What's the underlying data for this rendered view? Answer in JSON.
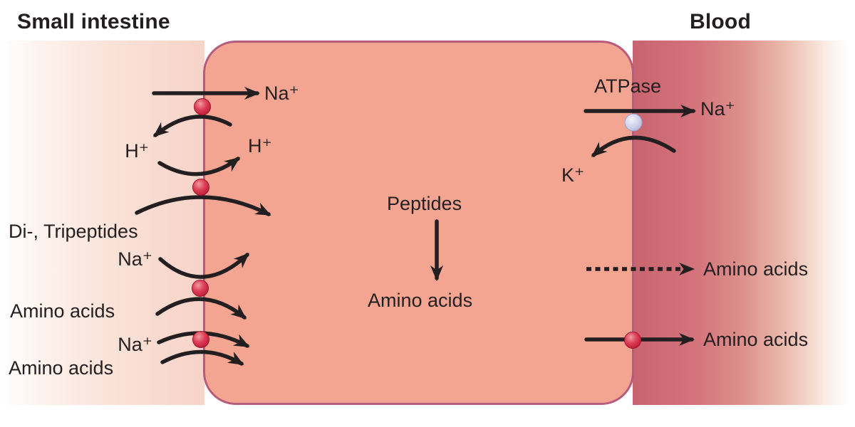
{
  "diagram_title_left": "Small intestine",
  "diagram_title_right": "Blood",
  "lumen_side": {
    "na_label": "Na⁺",
    "h_out_label": "H⁺",
    "h_in_label": "H⁺",
    "di_tripeptides_label": "Di-, Tripeptides",
    "na_symport_label": "Na⁺",
    "amino_acids_label": "Amino acids",
    "na_aa_symport_na_label": "Na⁺",
    "na_aa_symport_aa_label": "Amino acids"
  },
  "cell_interior": {
    "peptides_label": "Peptides",
    "amino_acids_label": "Amino acids"
  },
  "blood_side": {
    "atpase_label": "ATPase",
    "na_label": "Na⁺",
    "k_label": "K⁺",
    "amino_acids_diffusion_label": "Amino acids",
    "amino_acids_carrier_label": "Amino acids"
  },
  "colors": {
    "cell_fill": "#F4A592",
    "cell_border": "#B65C7D",
    "lumen_gradient_start": "#FFFFFF",
    "lumen_gradient_end": "#F7D3C8",
    "blood_gradient_start": "#C8646F",
    "blood_gradient_end": "#FFFFFF",
    "transporter_red": "#D0203C",
    "atpase_pump_lavender": "#C9CCE7",
    "arrow_color": "#231F20",
    "text_color": "#231F20"
  }
}
